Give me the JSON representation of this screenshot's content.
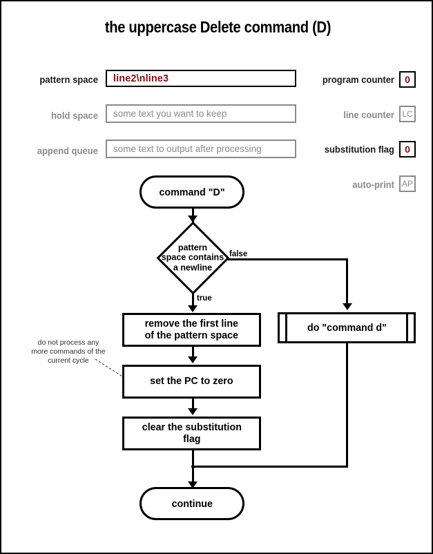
{
  "title": "the uppercase Delete command (D)",
  "registers": {
    "left": [
      {
        "label": "pattern space",
        "value": "line2\\nline3",
        "placeholder": "",
        "active": true
      },
      {
        "label": "hold space",
        "value": "",
        "placeholder": "some text you want to keep",
        "active": false
      },
      {
        "label": "append queue",
        "value": "",
        "placeholder": "some text to output after processing",
        "active": false
      }
    ],
    "right": [
      {
        "label": "program counter",
        "value": "0",
        "active": true
      },
      {
        "label": "line counter",
        "value": "LC",
        "active": false
      },
      {
        "label": "substitution flag",
        "value": "0",
        "active": true
      },
      {
        "label": "auto-print",
        "value": "AP",
        "active": false
      }
    ]
  },
  "flowchart": {
    "type": "flowchart",
    "start": "command \"D\"",
    "decision": "pattern space contains a newline",
    "decision_lines": [
      "pattern",
      "space contains",
      "a newline"
    ],
    "edge_labels": {
      "true": "true",
      "false": "false"
    },
    "true_branch": [
      {
        "lines": [
          "remove the first line",
          "of the pattern space"
        ]
      },
      {
        "lines": [
          "set the PC to zero"
        ]
      },
      {
        "lines": [
          "clear the substitution",
          "flag"
        ]
      }
    ],
    "false_branch": [
      {
        "lines": [
          "do \"command d\""
        ],
        "shape": "subroutine"
      }
    ],
    "end": "continue",
    "annotation": [
      "do not process any",
      "more commands of the",
      "current cycle"
    ]
  },
  "colors": {
    "ink": "#000000",
    "value": "#7d1416",
    "muted": "#8a8a8a",
    "background": "#ffffff"
  }
}
